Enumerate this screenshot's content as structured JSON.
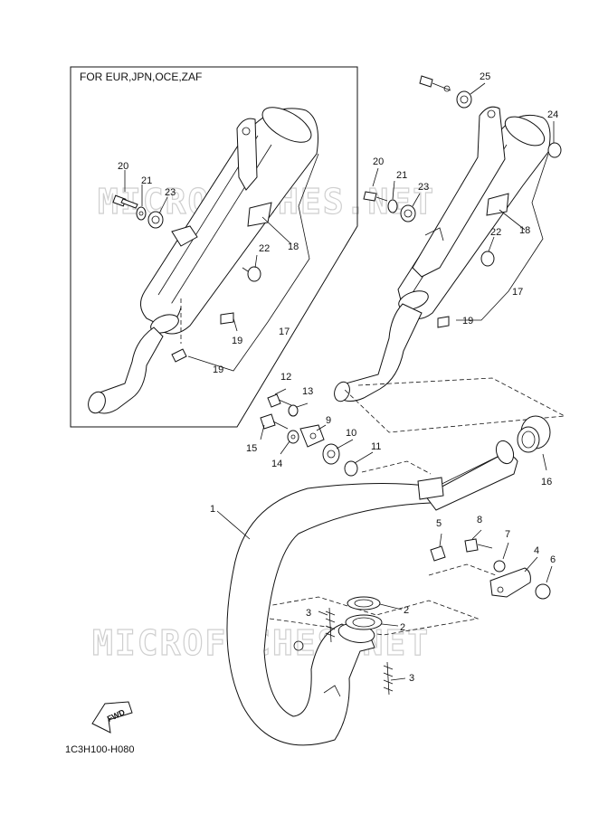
{
  "region_box": {
    "label": "FOR EUR,JPN,OCE,ZAF"
  },
  "watermark": {
    "text": "MICROFICHES.NET"
  },
  "fwd_label": "FWD",
  "diagram_code": "1C3H100-H080",
  "callouts": [
    {
      "key": "c1",
      "label": "1"
    },
    {
      "key": "c2a",
      "label": "2"
    },
    {
      "key": "c2b",
      "label": "2"
    },
    {
      "key": "c3a",
      "label": "3"
    },
    {
      "key": "c3b",
      "label": "3"
    },
    {
      "key": "c4",
      "label": "4"
    },
    {
      "key": "c5",
      "label": "5"
    },
    {
      "key": "c6",
      "label": "6"
    },
    {
      "key": "c7",
      "label": "7"
    },
    {
      "key": "c8",
      "label": "8"
    },
    {
      "key": "c9",
      "label": "9"
    },
    {
      "key": "c10",
      "label": "10"
    },
    {
      "key": "c11",
      "label": "11"
    },
    {
      "key": "c12",
      "label": "12"
    },
    {
      "key": "c13",
      "label": "13"
    },
    {
      "key": "c14",
      "label": "14"
    },
    {
      "key": "c15",
      "label": "15"
    },
    {
      "key": "c16",
      "label": "16"
    },
    {
      "key": "c17a",
      "label": "17"
    },
    {
      "key": "c17b",
      "label": "17"
    },
    {
      "key": "c18a",
      "label": "18"
    },
    {
      "key": "c18b",
      "label": "18"
    },
    {
      "key": "c19a",
      "label": "19"
    },
    {
      "key": "c19b",
      "label": "19"
    },
    {
      "key": "c19c",
      "label": "19"
    },
    {
      "key": "c20a",
      "label": "20"
    },
    {
      "key": "c20b",
      "label": "20"
    },
    {
      "key": "c21a",
      "label": "21"
    },
    {
      "key": "c21b",
      "label": "21"
    },
    {
      "key": "c22a",
      "label": "22"
    },
    {
      "key": "c22b",
      "label": "22"
    },
    {
      "key": "c23a",
      "label": "23"
    },
    {
      "key": "c23b",
      "label": "23"
    },
    {
      "key": "c24",
      "label": "24"
    },
    {
      "key": "c25",
      "label": "25"
    }
  ]
}
